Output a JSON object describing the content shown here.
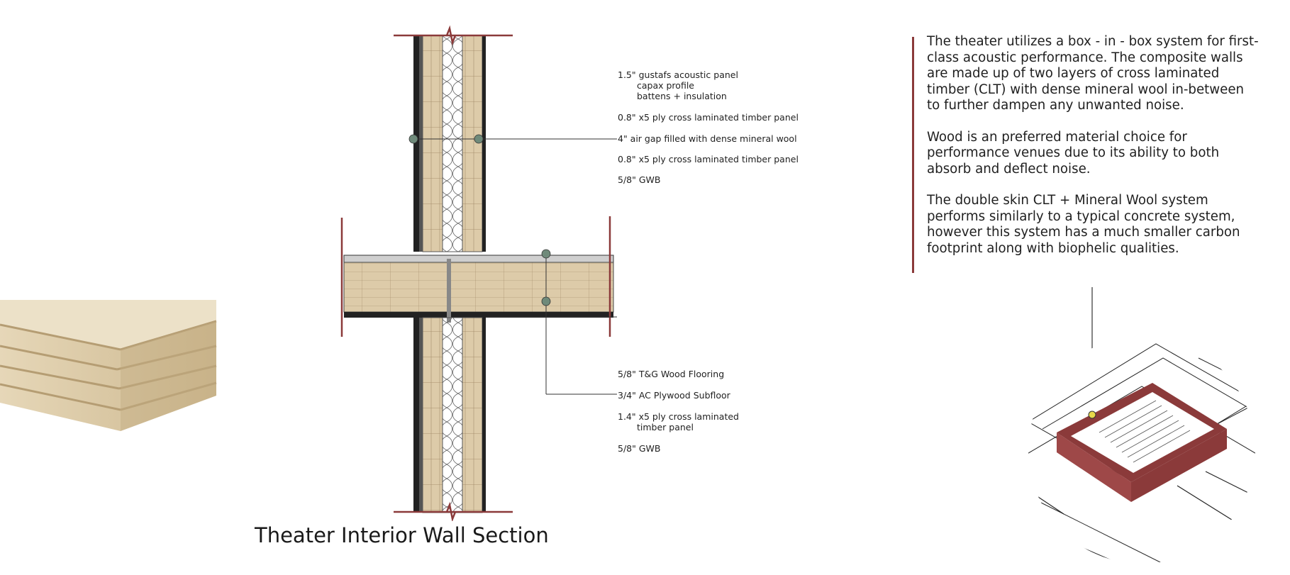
{
  "title": "Theater Interior Wall Section",
  "wall_callouts": [
    {
      "lines": [
        "1.5\" gustafs acoustic panel",
        "capax profile",
        "battens + insulation"
      ]
    },
    {
      "lines": [
        "0.8\" x5 ply cross laminated timber panel"
      ]
    },
    {
      "lines": [
        "4\" air gap filled with dense mineral wool"
      ]
    },
    {
      "lines": [
        "0.8\" x5 ply cross laminated timber panel"
      ]
    },
    {
      "lines": [
        "5/8\" GWB"
      ]
    }
  ],
  "floor_callouts": [
    {
      "lines": [
        "5/8\" T&G Wood Flooring"
      ]
    },
    {
      "lines": [
        "3/4\" AC Plywood Subfloor"
      ]
    },
    {
      "lines": [
        "1.4\" x5 ply cross laminated",
        "timber panel"
      ]
    },
    {
      "lines": [
        "5/8\" GWB"
      ]
    }
  ],
  "description": [
    "The theater utilizes a box - in - box system for first-class acoustic performance. The composite walls are made up of two layers of cross laminated timber (CLT) with dense mineral wool in-between to further dampen any unwanted noise.",
    "Wood is an preferred material choice for performance venues due to its ability to both absorb and deflect noise.",
    "The double skin CLT + Mineral Wool system performs similarly to a typical concrete system, however this system has a much smaller carbon footprint along with biophelic qualities."
  ],
  "colors": {
    "accent": "#8b3a3a",
    "timber": "#d9c7a6",
    "timber_dark": "#b89c72",
    "marker": "#6f8a7a",
    "highlight": "#e8d84a"
  }
}
